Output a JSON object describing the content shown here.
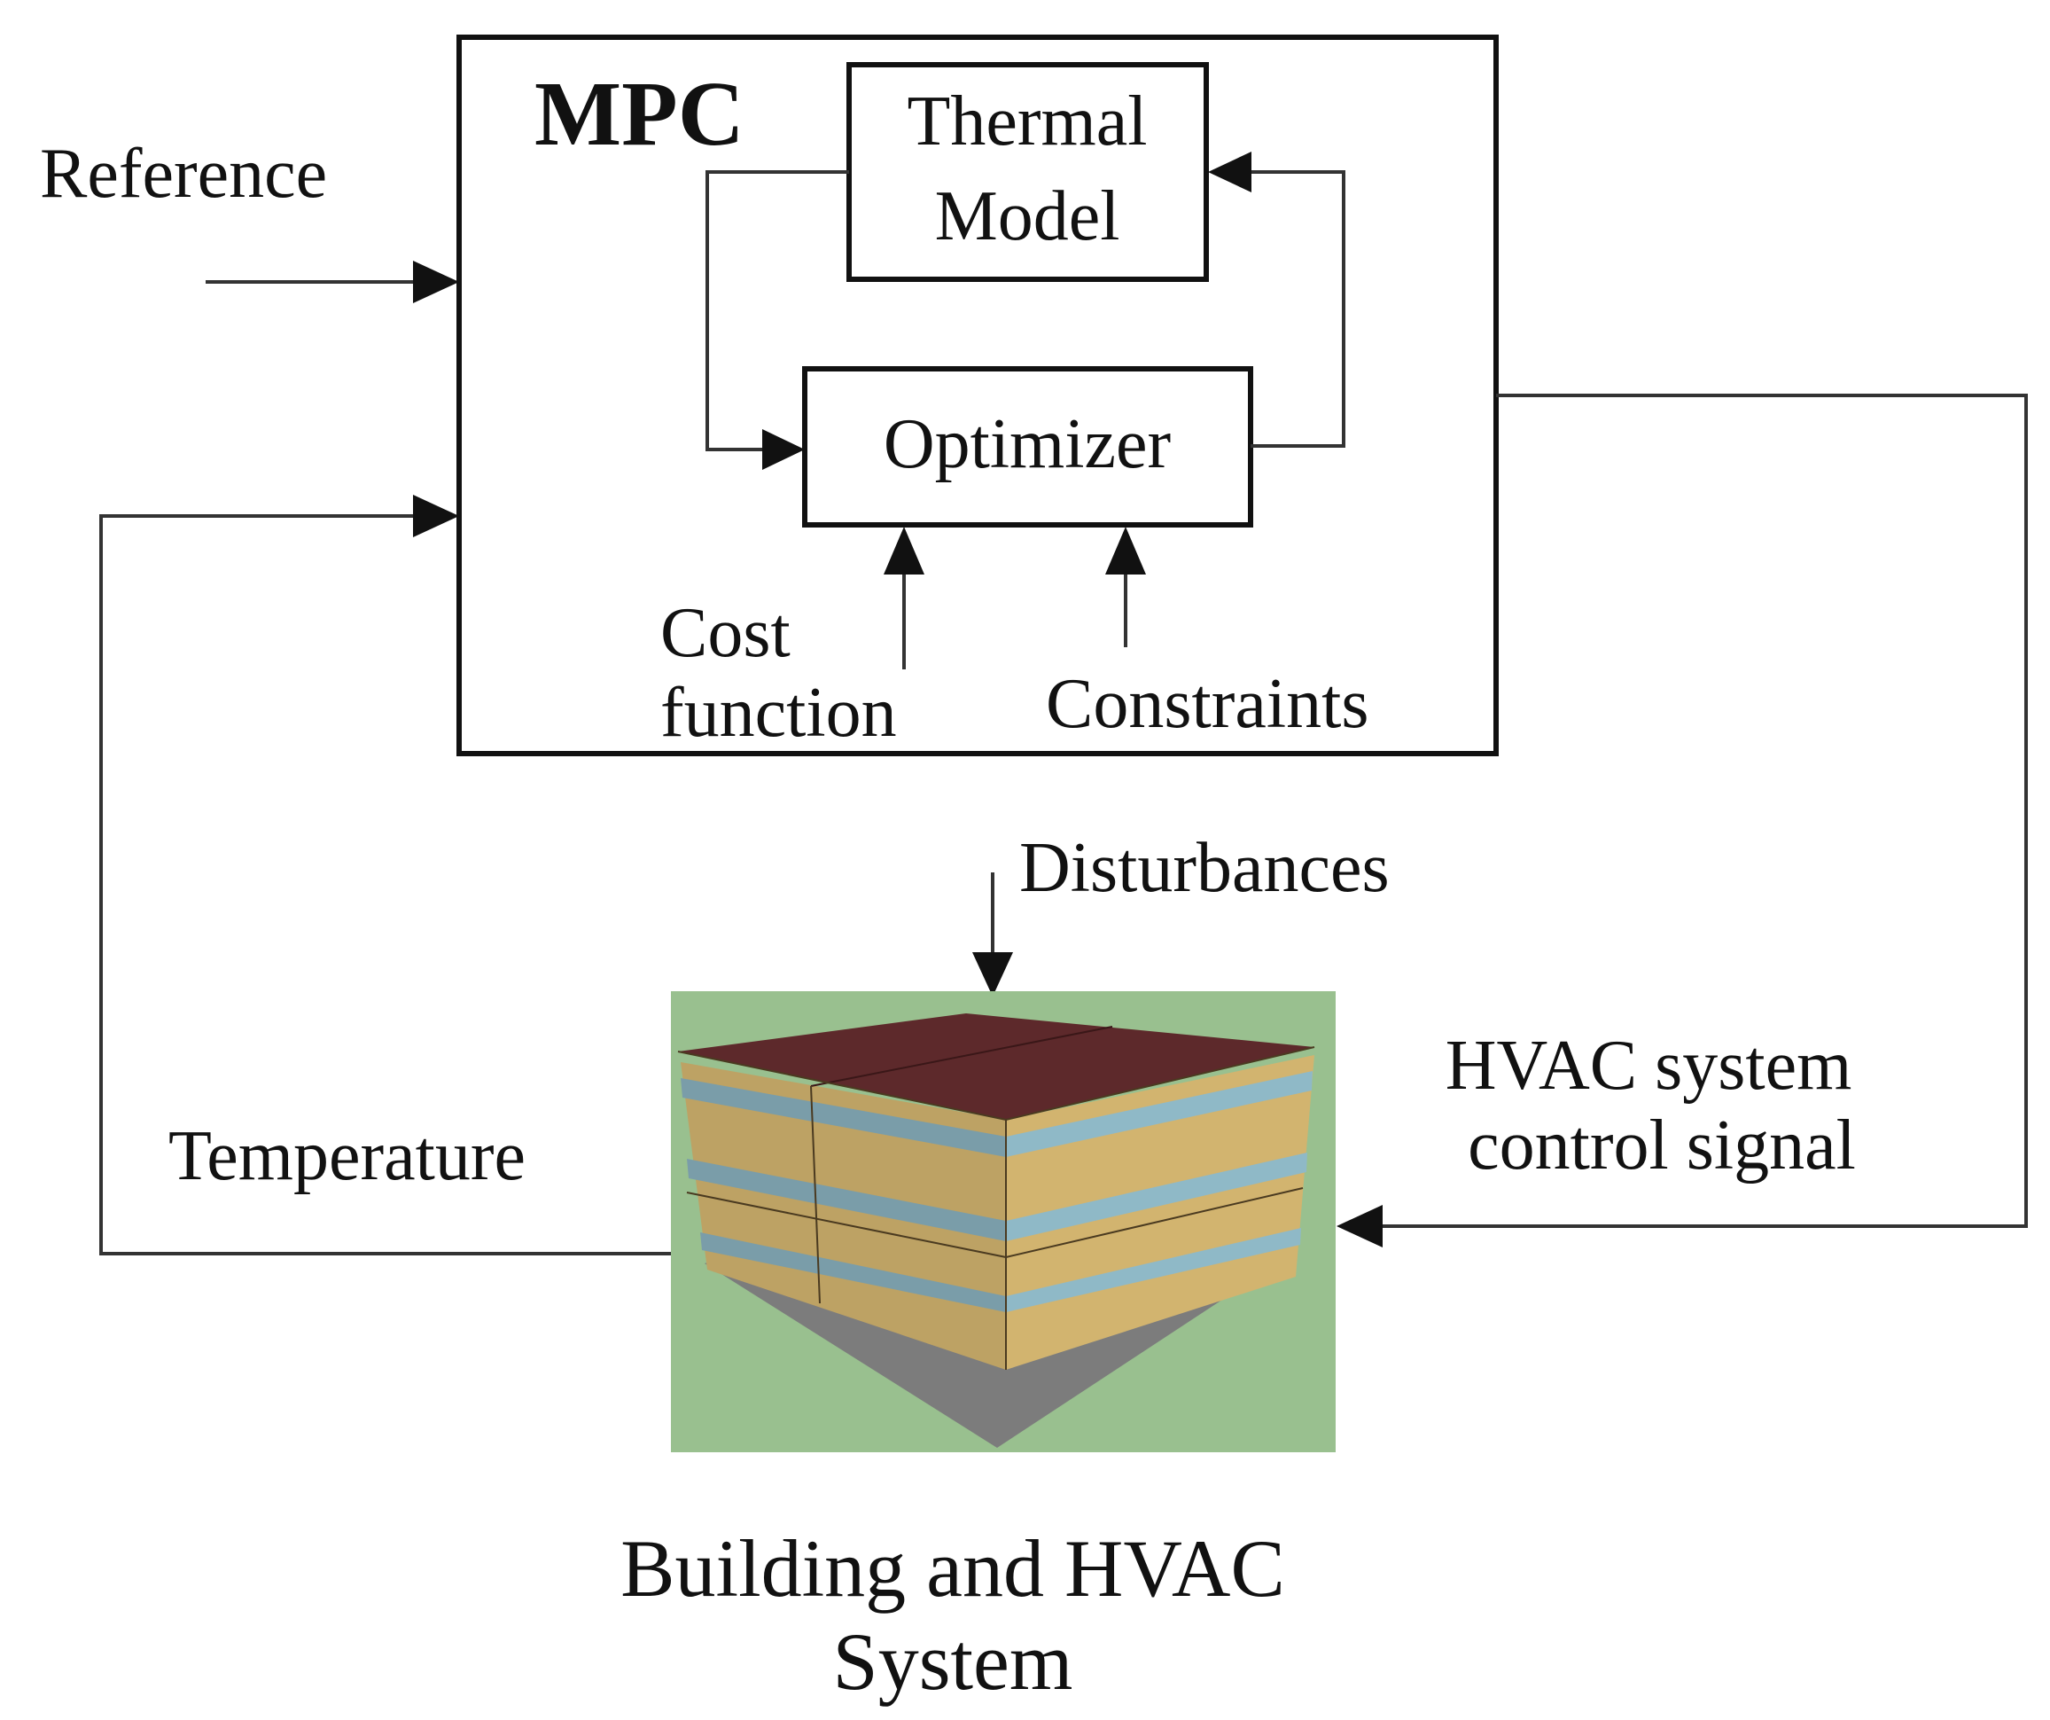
{
  "mpc": {
    "title": "MPC",
    "thermal_model": [
      "Thermal",
      "Model"
    ],
    "optimizer": "Optimizer",
    "cost_function": [
      "Cost",
      "function"
    ],
    "constraints": "Constraints"
  },
  "inputs": {
    "reference": "Reference",
    "temperature": "Temperature",
    "disturbances": "Disturbances"
  },
  "control_signal": [
    "HVAC system",
    "control signal"
  ],
  "plant": {
    "caption": [
      "Building and HVAC",
      "System"
    ],
    "colors": {
      "background": "#99c08f",
      "roof": "#5d292b",
      "wall": "#d2b46f",
      "glass": "#8fb9c7",
      "ground": "#7c7c7c"
    }
  }
}
